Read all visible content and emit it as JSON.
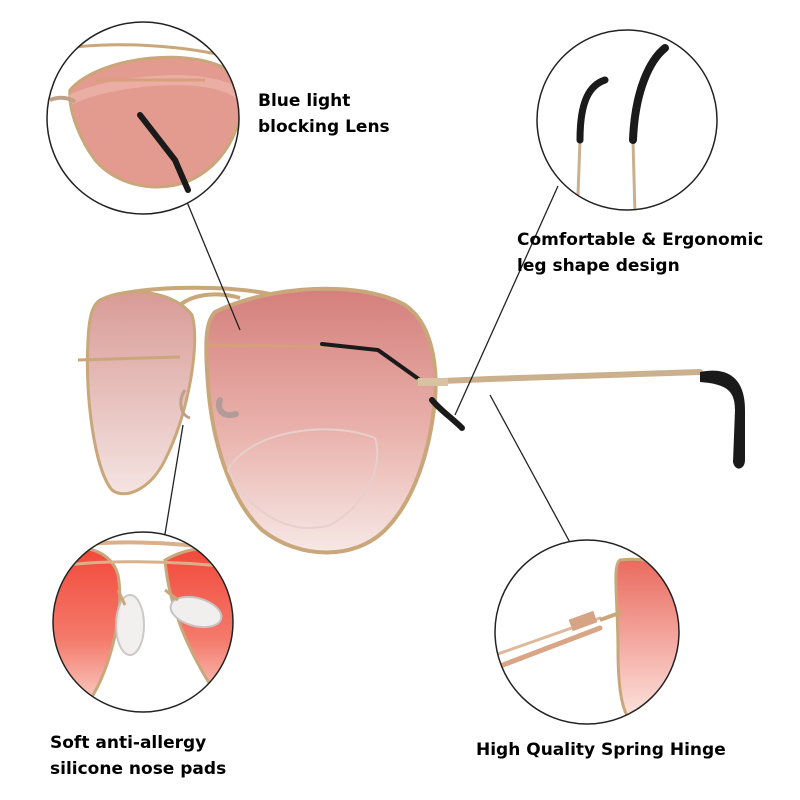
{
  "features": {
    "lens": "Blue light\nblocking Lens",
    "legs": "Comfortable & Ergonomic\nleg shape design",
    "nose_pads": "Soft anti-allergy\nsilicone nose pads",
    "hinge": "High Quality Spring Hinge"
  },
  "colors": {
    "lens_top": "#d88585",
    "lens_bottom": "#f6e6e6",
    "frame_gold": "#c9a77a",
    "tip_black": "#1a1a1a",
    "zoom_red": "#f24d3c"
  }
}
